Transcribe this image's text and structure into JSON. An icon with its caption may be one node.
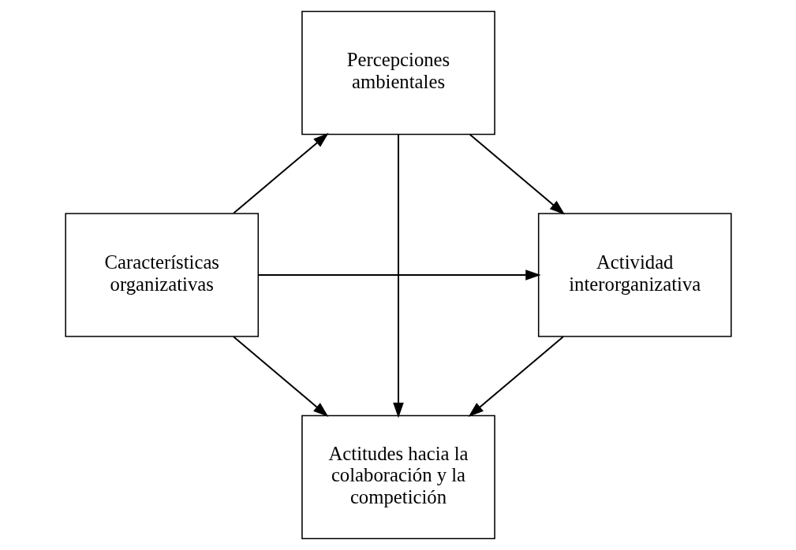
{
  "diagram": {
    "nodes": [
      {
        "text": [
          "Características organizativas"
        ]
      },
      {
        "text": [
          "Percepciones ambientales"
        ]
      },
      {
        "text": [
          "Actividad interorganizativa"
        ]
      },
      {
        "text": [
          "Actitudes hacia la colaboración y la competición"
        ]
      }
    ],
    "edges": [
      {
        "from": 0,
        "to": 1,
        "arrow": "to"
      },
      {
        "from": 1,
        "to": 2,
        "arrow": "to"
      },
      {
        "from": 0,
        "to": 2,
        "arrow": "to"
      },
      {
        "from": 1,
        "to": 3,
        "arrow": "to"
      },
      {
        "from": 0,
        "to": 3,
        "arrow": "to"
      },
      {
        "from": 2,
        "to": 3,
        "arrow": "to"
      }
    ]
  }
}
